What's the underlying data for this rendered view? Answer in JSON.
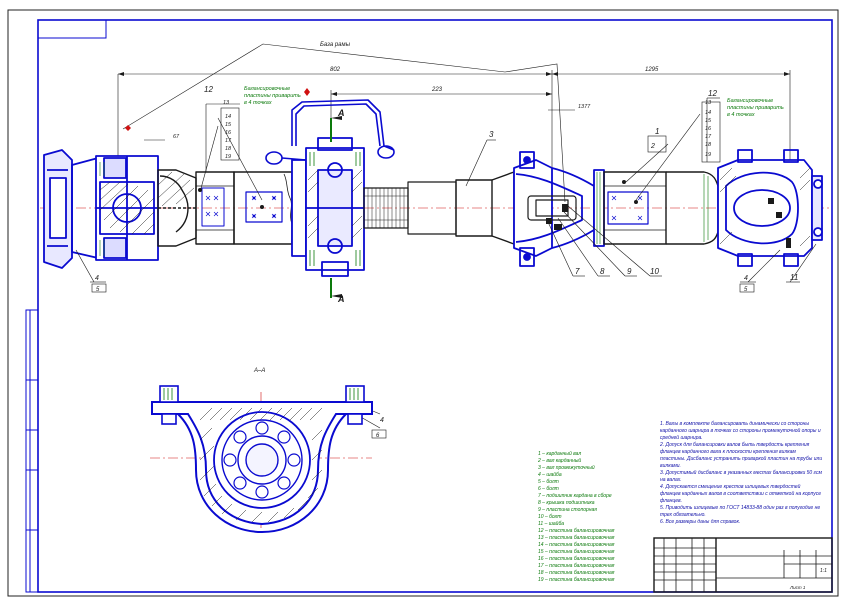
{
  "drawing": {
    "section_label": "A–A",
    "section_arrow": "A",
    "dimensions": {
      "base": "База рамы",
      "d802": "802",
      "d223": "223",
      "d1295": "1295",
      "d1377": "1377",
      "d67": "67"
    },
    "callouts": [
      "1",
      "2",
      "3",
      "4",
      "5",
      "6",
      "7",
      "8",
      "9",
      "10",
      "11",
      "12",
      "13",
      "14",
      "15",
      "16",
      "17",
      "18",
      "19"
    ],
    "balancing_note_left": [
      "Балансировочные",
      "пластины приварить",
      "в 4 точках"
    ],
    "balancing_note_right": [
      "Балансировочные",
      "пластины приварить",
      "в 4 точках"
    ],
    "parts_list": [
      "1 – карданный вал",
      "2 – вал карданный",
      "3 – вал промежуточный",
      "4 – шайба",
      "5 – болт",
      "6 – болт",
      "7 – подшипник карданa в сборе",
      "8 – крышка подшипника",
      "9 – пластина стопорная",
      "10 – болт",
      "11 – шайба",
      "12 – пластина балансировочная",
      "13 – пластина балансировочная",
      "14 – пластина балансировочная",
      "15 – пластина балансировочная",
      "16 – пластина балансировочная",
      "17 – пластина балансировочная",
      "18 – пластина балансировочная",
      "19 – пластина балансировочная"
    ],
    "tech_notes": [
      "1. Валы в комплекте балансировать динамически со стороны",
      "карданного шарнира в точках со стороны промежуточной опоры и",
      "средней шарнира.",
      "2. Допуск для балансировки валов быть твердость крепления",
      "фланцев карданного вала к плоскости крепления вилкам",
      "пластины. Дисбаланс устранить приваркой пластин на трубы или",
      "вилками.",
      "3. Допустимый дисбаланс в указанных местах балансировки 50 гсм",
      "на валах.",
      "4. Допускается смещение крестов шлицевых твердостей",
      "фланцев карданных валов в соответствии с отметкой на корпусе",
      "фланцев.",
      "5. Приводить шлицевые по ГОСТ 14833-88 один раз в полугодие не",
      "трех обязательно.",
      "6. Все размеры даны для справок."
    ],
    "title_block": {
      "scale": "1:1",
      "sheet": "Лист 1"
    },
    "colors": {
      "blue": "#0a0ad0",
      "green": "#0c7a0c",
      "dark": "#1a1a1a",
      "red": "#d01010"
    }
  }
}
